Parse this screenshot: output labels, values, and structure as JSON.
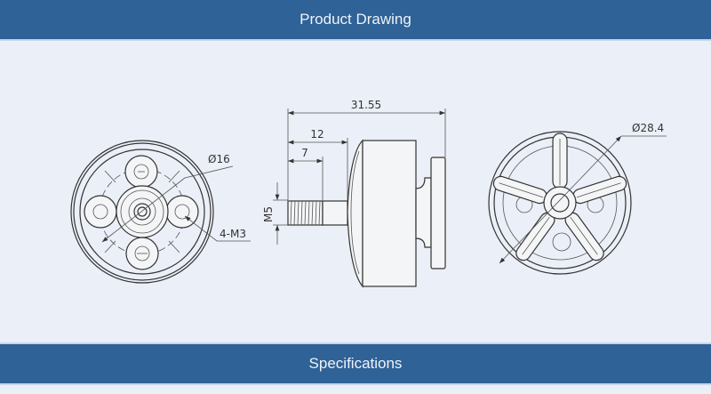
{
  "header": {
    "title": "Product Drawing"
  },
  "footer": {
    "title": "Specifications"
  },
  "drawing": {
    "front_view": {
      "diameter_label": "Ø16",
      "hole_label": "4-M3"
    },
    "side_view": {
      "overall_length": "31.55",
      "shaft_length": "12",
      "thread_length": "7",
      "thread_size": "M5"
    },
    "rear_view": {
      "diameter_label": "Ø28.4"
    }
  },
  "colors": {
    "header_bg": "#2f6296",
    "page_bg": "#ebeff7"
  }
}
